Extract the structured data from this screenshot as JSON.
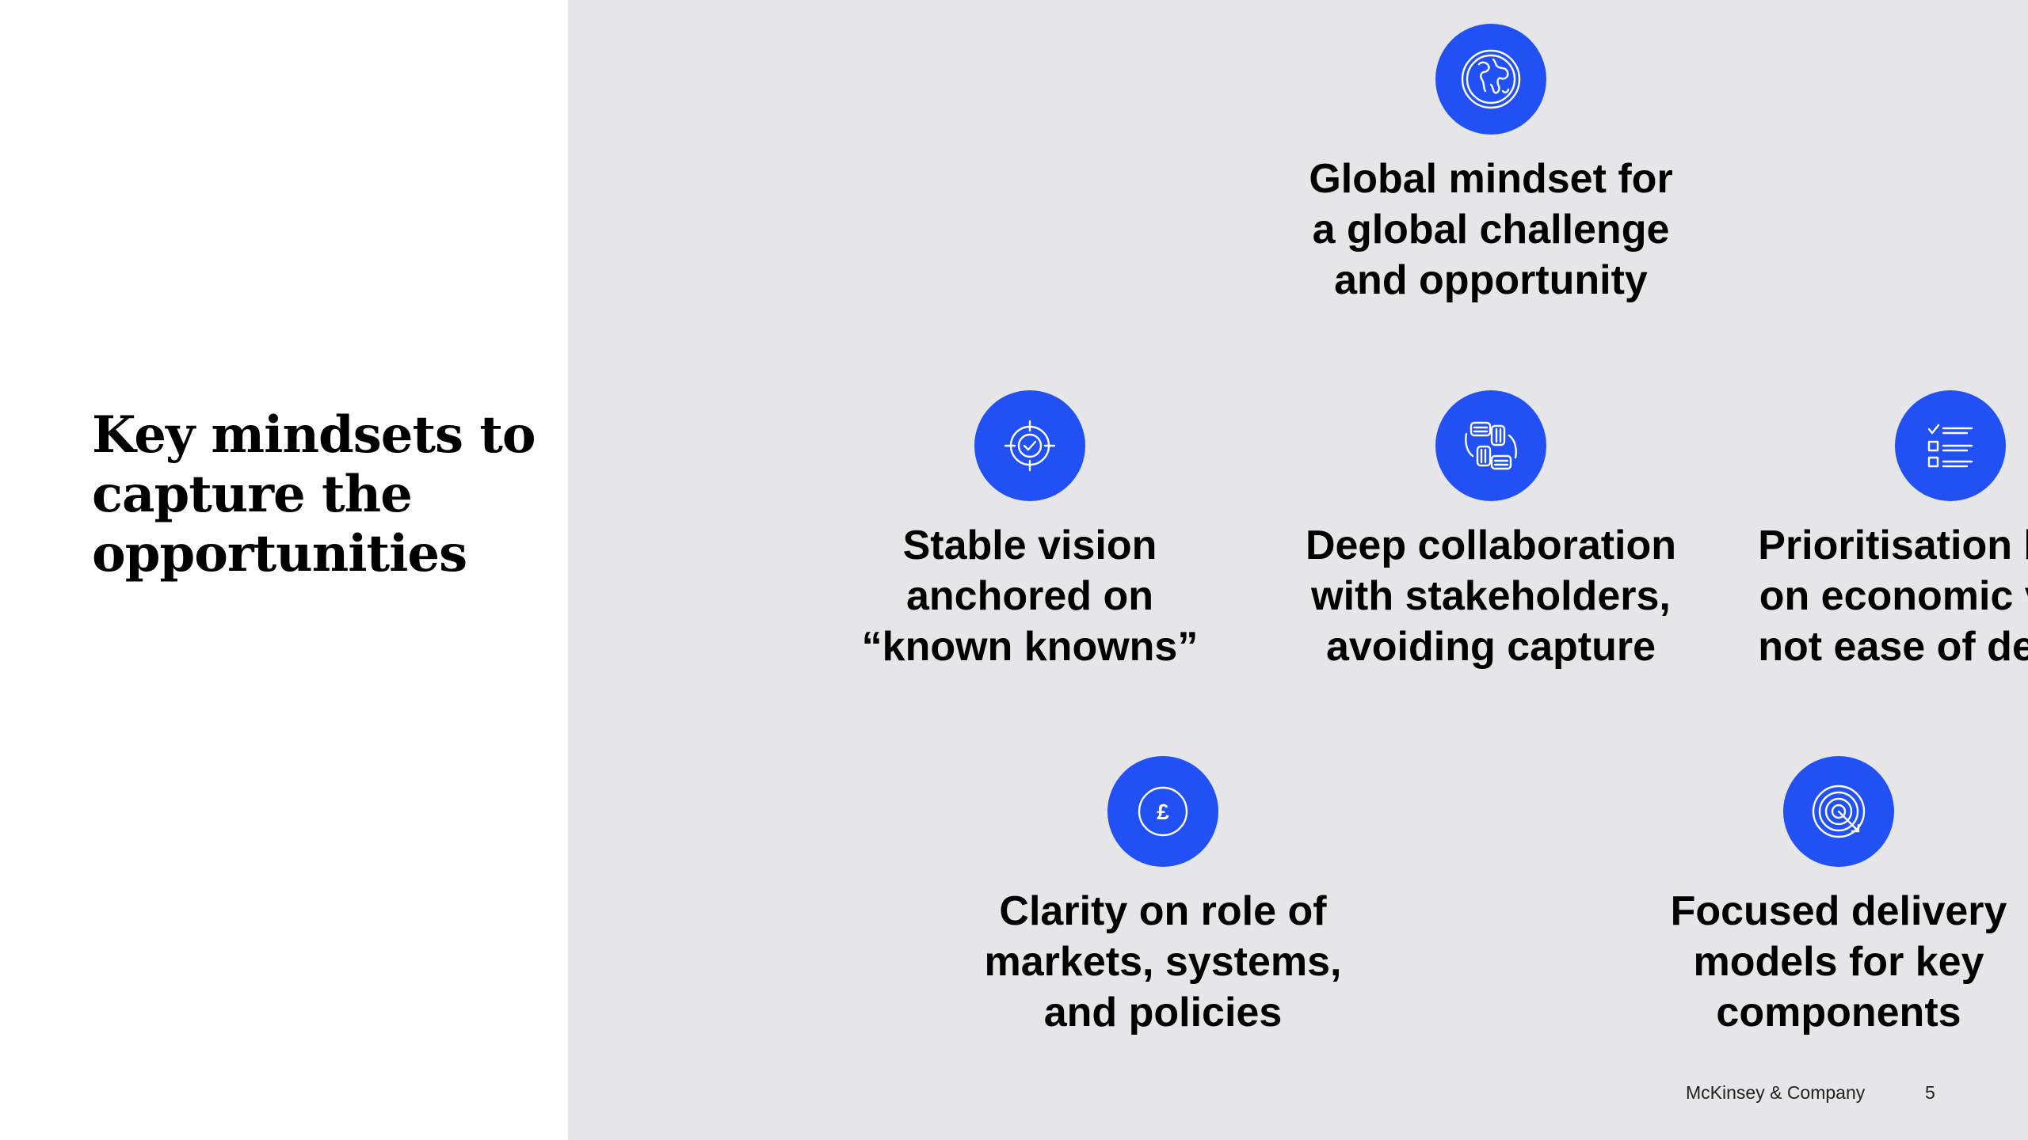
{
  "title": "Key mindsets to\ncapture the\nopportunities",
  "accent_color": "#2151f5",
  "panel_color": "#e6e6e8",
  "mindsets": [
    {
      "icon": "globe-icon",
      "label": "Global mindset for\na global challenge\nand opportunity"
    },
    {
      "icon": "target-check-icon",
      "label": "Stable vision\nanchored on\n“known knowns”"
    },
    {
      "icon": "collaboration-hands-icon",
      "label": "Deep collaboration\nwith stakeholders,\navoiding capture"
    },
    {
      "icon": "checklist-icon",
      "label": "Prioritisation based\non economic value,\nnot ease of delivery"
    },
    {
      "icon": "pound-coin-icon",
      "label": "Clarity on role of\nmarkets, systems,\nand policies"
    },
    {
      "icon": "bullseye-arrow-icon",
      "label": "Focused delivery\nmodels for key\ncomponents"
    }
  ],
  "footer": {
    "company": "McKinsey & Company",
    "page_number": "5"
  }
}
